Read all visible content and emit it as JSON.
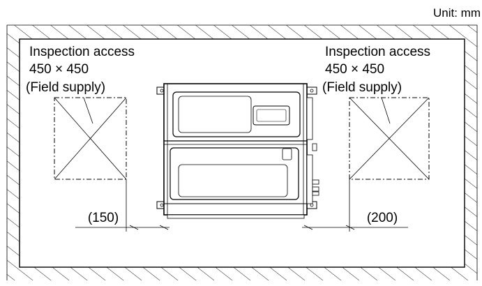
{
  "unit_label": "Unit: mm",
  "left_access": {
    "title": "Inspection access",
    "size": "450 × 450",
    "note": "(Field supply)"
  },
  "right_access": {
    "title": "Inspection access",
    "size": "450 × 450",
    "note": "(Field supply)"
  },
  "dimensions": {
    "left_clearance": "(150)",
    "right_clearance": "(200)"
  },
  "colors": {
    "line": "#000000",
    "background": "#ffffff",
    "unit_fill": "#ffffff"
  }
}
